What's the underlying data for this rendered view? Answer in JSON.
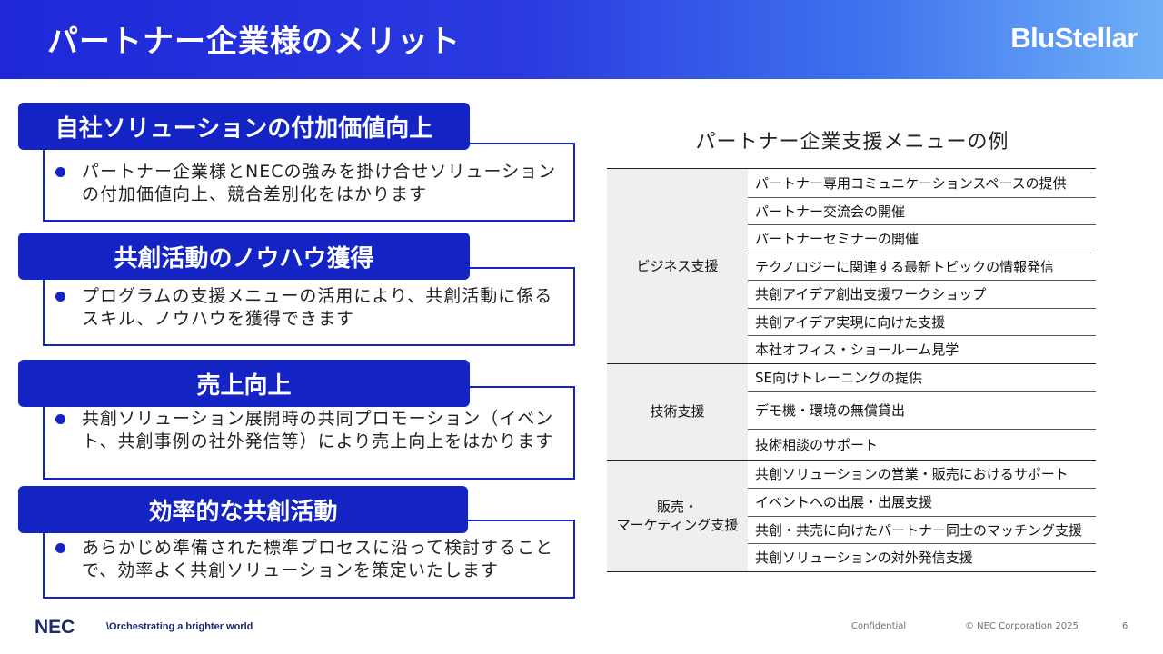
{
  "header": {
    "title": "パートナー企業様のメリット",
    "brand": "BluStellar"
  },
  "merits": [
    {
      "title": "自社ソリューションの付加価値向上",
      "text": "パートナー企業様とNECの強みを掛け合せソリューションの付加価値向上、競合差別化をはかります"
    },
    {
      "title": "共創活動のノウハウ獲得",
      "text": "プログラムの支援メニューの活用により、共創活動に係るスキル、ノウハウを獲得できます"
    },
    {
      "title": "売上向上",
      "text": "共創ソリューション展開時の共同プロモーション（イベント、共創事例の社外発信等）により売上向上をはかります"
    },
    {
      "title": "効率的な共創活動",
      "text": "あらかじめ準備された標準プロセスに沿って検討することで、効率よく共創ソリューションを策定いたします"
    }
  ],
  "menu": {
    "title": "パートナー企業支援メニューの例",
    "groups": [
      {
        "label": "ビジネス支援",
        "items": [
          "パートナー専用コミュニケーションスペースの提供",
          "パートナー交流会の開催",
          "パートナーセミナーの開催",
          "テクノロジーに関連する最新トピックの情報発信",
          "共創アイデア創出支援ワークショップ",
          "共創アイデア実現に向けた支援",
          "本社オフィス・ショールーム見学"
        ]
      },
      {
        "label": "技術支援",
        "items": [
          "SE向けトレーニングの提供",
          "デモ機・環境の無償貸出",
          "技術相談のサポート"
        ]
      },
      {
        "label": "販売・\nマーケティング支援",
        "items": [
          "共創ソリューションの営業・販売におけるサポート",
          "イベントへの出展・出展支援",
          "共創・共売に向けたパートナー同士のマッチング支援",
          "共創ソリューションの対外発信支援"
        ]
      }
    ]
  },
  "footer": {
    "logo": "NEC",
    "tagline": "\\Orchestrating a brighter world",
    "confidential": "Confidential",
    "copyright": "© NEC Corporation 2025",
    "page": "6"
  }
}
